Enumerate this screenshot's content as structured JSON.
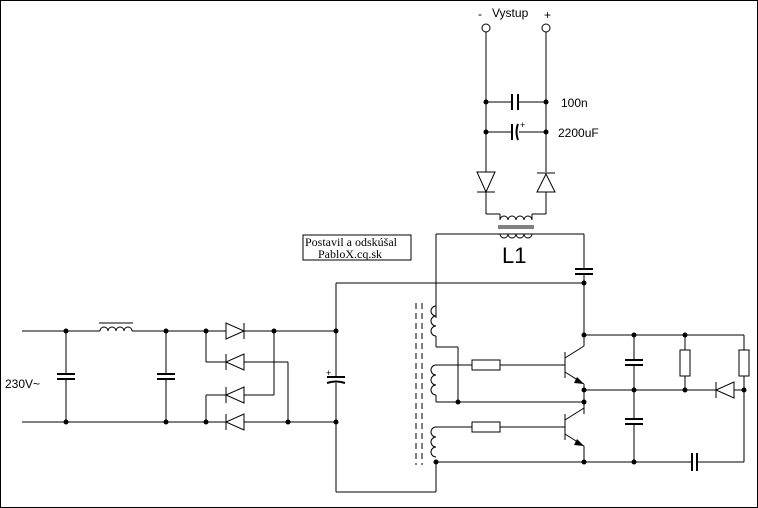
{
  "labels": {
    "output": "Vystup",
    "minus": "-",
    "plus": "+",
    "cap_small": "100n",
    "cap_electro": "2200uF",
    "inductor": "L1",
    "mains": "230V~",
    "credit_line1": "Postavil a odskúšal",
    "credit_line2": "PabloX.cq.sk",
    "polarity_mark": "+"
  }
}
